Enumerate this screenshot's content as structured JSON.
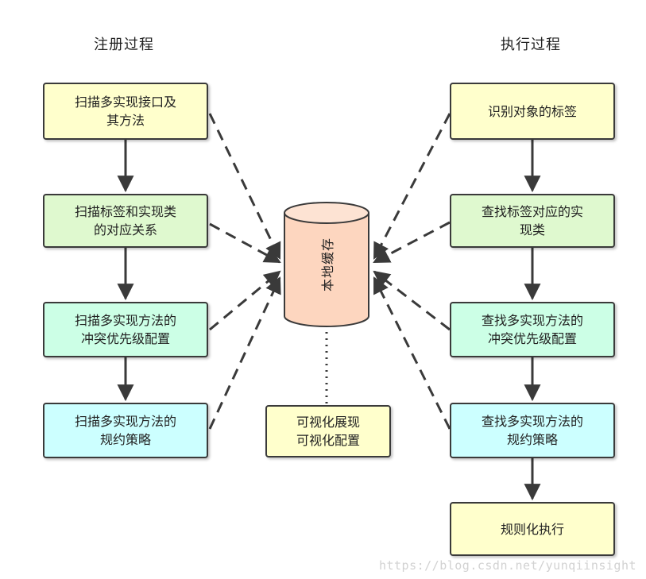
{
  "titles": {
    "registration": "注册过程",
    "execution": "执行过程"
  },
  "registration_steps": [
    {
      "text": "扫描多实现接口及\n其方法",
      "color": "#ffffcc"
    },
    {
      "text": "扫描标签和实现类\n的对应关系",
      "color": "#dff9cf"
    },
    {
      "text": "扫描多实现方法的\n冲突优先级配置",
      "color": "#ccffe6"
    },
    {
      "text": "扫描多实现方法的\n规约策略",
      "color": "#ccffff"
    }
  ],
  "execution_steps": [
    {
      "text": "识别对象的标签",
      "color": "#ffffcc"
    },
    {
      "text": "查找标签对应的实\n现类",
      "color": "#dff9cf"
    },
    {
      "text": "查找多实现方法的\n冲突优先级配置",
      "color": "#ccffe6"
    },
    {
      "text": "查找多实现方法的\n规约策略",
      "color": "#ccffff"
    },
    {
      "text": "规则化执行",
      "color": "#ffffcc"
    }
  ],
  "cache": {
    "label": "本地缓存",
    "color": "#fdd6bf"
  },
  "visualization": {
    "text": "可视化展现\n可视化配置",
    "color": "#ffffcc"
  },
  "watermark": "https://blog.csdn.net/yunqiinsight"
}
